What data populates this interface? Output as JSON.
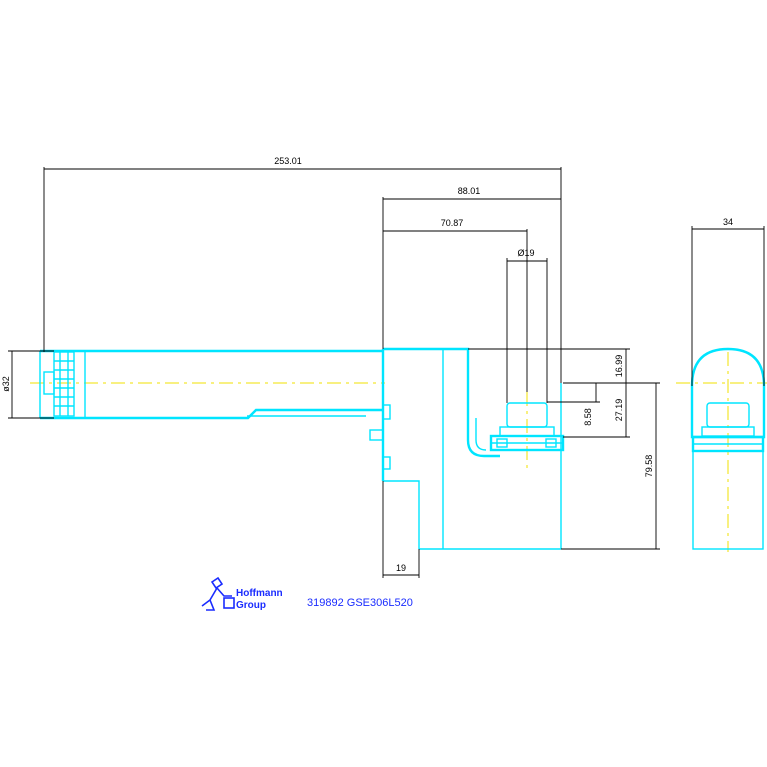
{
  "dimensions": {
    "overall_length": "253.01",
    "offset_88": "88.01",
    "offset_70": "70.87",
    "outlet_dia": "Ø19",
    "inlet_dia": "ø32",
    "height_16": "16.99",
    "height_8": "8.58",
    "height_27": "27.19",
    "height_79": "79.58",
    "width_19": "19",
    "side_width": "34"
  },
  "caption": {
    "logo_line1": "Hoffmann",
    "logo_line2": "Group",
    "part_code": "319892 GSE306L520"
  },
  "colors": {
    "outline": "#00e5ff",
    "dimension": "#000000",
    "centerline": "#f0e000",
    "caption": "#1a2cff"
  }
}
